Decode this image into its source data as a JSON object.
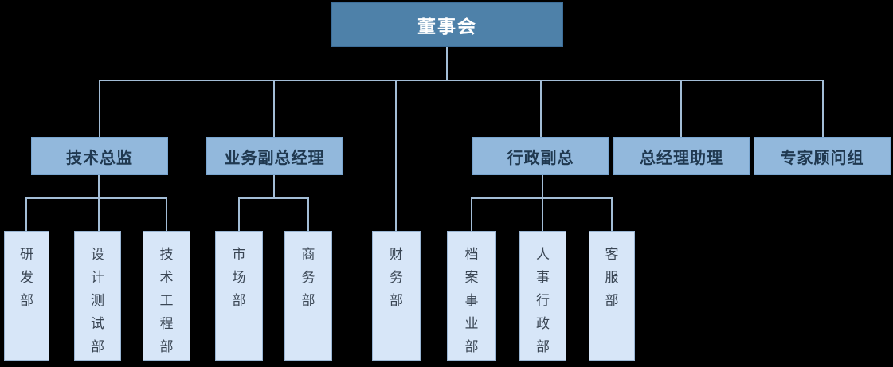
{
  "chart": {
    "type": "org-chart",
    "tree": {
      "label": "董事会",
      "children": [
        {
          "label": "技术总监",
          "children": [
            {
              "label": "研发部"
            },
            {
              "label": "设计测试部"
            },
            {
              "label": "技术工程部"
            }
          ]
        },
        {
          "label": "业务副总经理",
          "children": [
            {
              "label": "市场部"
            },
            {
              "label": "商务部"
            }
          ]
        },
        {
          "label": "财务部",
          "children": []
        },
        {
          "label": "行政副总",
          "children": [
            {
              "label": "档案事业部"
            },
            {
              "label": "人事行政部"
            },
            {
              "label": "客服部"
            }
          ]
        },
        {
          "label": "总经理助理",
          "children": []
        },
        {
          "label": "专家顾问组",
          "children": []
        }
      ]
    },
    "colors": {
      "background": "#000000",
      "root_fill": "#4e81a9",
      "root_text": "#ffffff",
      "manager_fill": "#92b8dc",
      "manager_text": "#203950",
      "department_fill": "#d7e6f8",
      "department_text": "#3a4654",
      "connector": "#a3bdd6"
    }
  }
}
